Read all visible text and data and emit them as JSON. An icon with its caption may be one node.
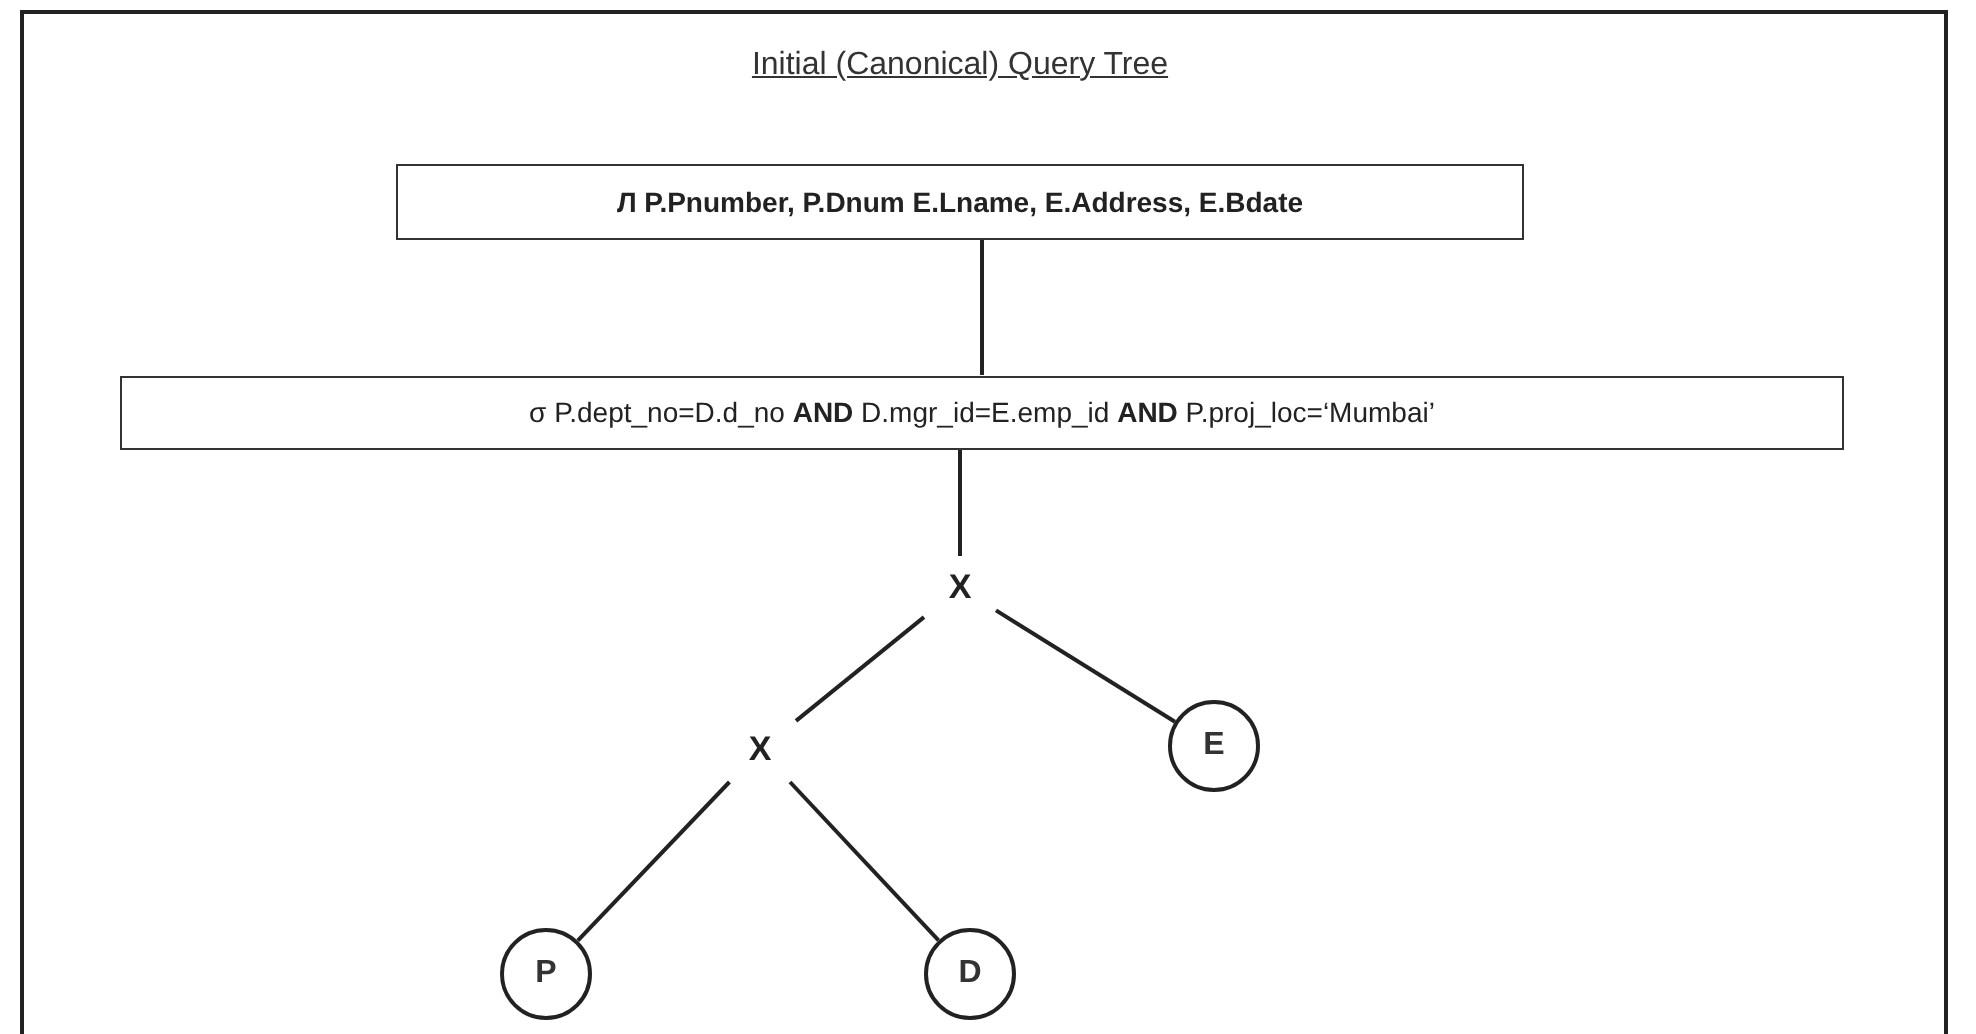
{
  "diagram": {
    "title": "Initial (Canonical) Query Tree",
    "nodes": [
      {
        "text": [
          "Л P.Pnumber, P.Dnum E.Lname, E.Address, E.Bdate"
        ]
      },
      {
        "text": [
          "σ P.dept_no=D.d_no **AND** D.mgr_id=E.emp_id **AND** P.proj_loc=‘Mumbai’"
        ]
      },
      {
        "text": [
          "X"
        ]
      },
      {
        "text": [
          "X"
        ]
      },
      {
        "text": [
          "E"
        ]
      },
      {
        "text": [
          "P"
        ]
      },
      {
        "text": [
          "D"
        ]
      }
    ],
    "edges": [
      {
        "from": 0,
        "to": 1,
        "arrow": "none"
      },
      {
        "from": 1,
        "to": 2,
        "arrow": "none"
      },
      {
        "from": 2,
        "to": 3,
        "arrow": "none"
      },
      {
        "from": 2,
        "to": 4,
        "arrow": "none"
      },
      {
        "from": 3,
        "to": 5,
        "arrow": "none"
      },
      {
        "from": 3,
        "to": 6,
        "arrow": "none"
      }
    ]
  }
}
